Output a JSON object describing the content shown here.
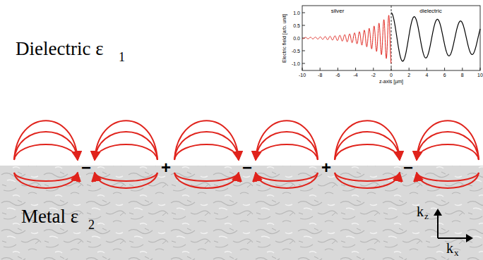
{
  "diagram": {
    "labels": [
      "Dielectric ε",
      "1",
      "Metal ε",
      "2",
      "−",
      "+",
      "−",
      "+",
      "−",
      "k",
      "z",
      "k",
      "x",
      "silver",
      "dielectric",
      "Electric field [arb. unit]",
      "z-axis [µm]",
      "1.0",
      "0.5",
      "0.0",
      "-0.5",
      "-1.0",
      "-10",
      "-8",
      "-6",
      "-4",
      "-2",
      "0",
      "2",
      "4",
      "6",
      "8",
      "10"
    ]
  }
}
